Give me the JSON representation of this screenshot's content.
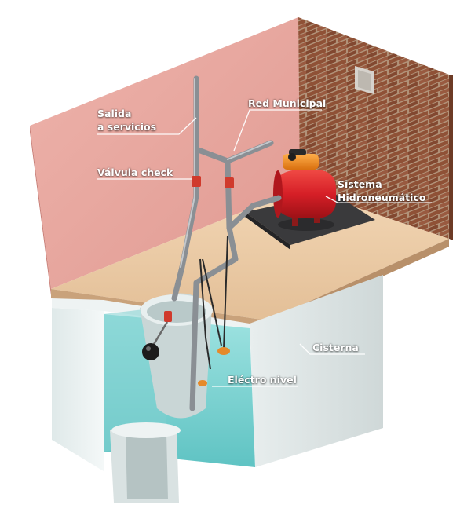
{
  "labels": {
    "salida_line1": "Salida",
    "salida_line2": "a servicios",
    "red_municipal": "Red Municipal",
    "valvula_check": "Válvula check",
    "sistema_line1": "Sistema",
    "sistema_line2": "Hidroneumático",
    "cisterna": "Cisterna",
    "electro_nivel": "Eléctro nivel"
  },
  "colors": {
    "wall_left": "#e8a59e",
    "wall_brick": "#9a5a3e",
    "floor": "#e9c9a4",
    "cistern_body": "#e3eeee",
    "water": "#7fd3d3",
    "pump": "#d9242a",
    "motor": "#f28c1e",
    "pipe": "#8a8f94"
  }
}
